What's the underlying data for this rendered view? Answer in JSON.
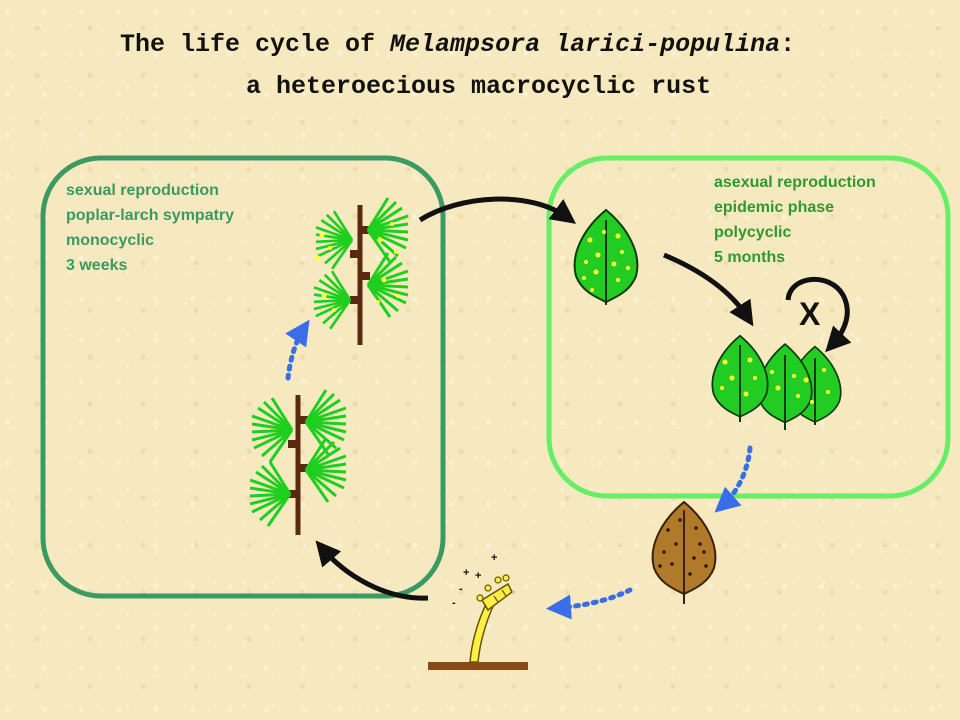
{
  "title": {
    "line1_prefix": "The life cycle of ",
    "line1_species": "Melampsora larici-populina",
    "line1_suffix": ":",
    "line2": "a heteroecious macrocyclic rust"
  },
  "sexual_phase": {
    "lines": [
      "sexual reproduction",
      "poplar-larch sympatry",
      "monocyclic",
      "3 weeks"
    ]
  },
  "asexual_phase": {
    "lines": [
      "asexual reproduction",
      "epidemic phase",
      "polycyclic",
      "5 months"
    ],
    "repeat_symbol": "X"
  },
  "spore_marks": [
    "+",
    "+",
    "-",
    "-",
    "+"
  ],
  "colors": {
    "sexual_border": "#3a9a62",
    "asexual_border": "#66ee66",
    "needle_green": "#1ecf1e",
    "branch_brown": "#5a2a10",
    "leaf_green": "#22cc22",
    "leaf_spots": "#ffff33",
    "dead_leaf": "#b07a2a",
    "dotted_arrow": "#3a6ee8"
  }
}
